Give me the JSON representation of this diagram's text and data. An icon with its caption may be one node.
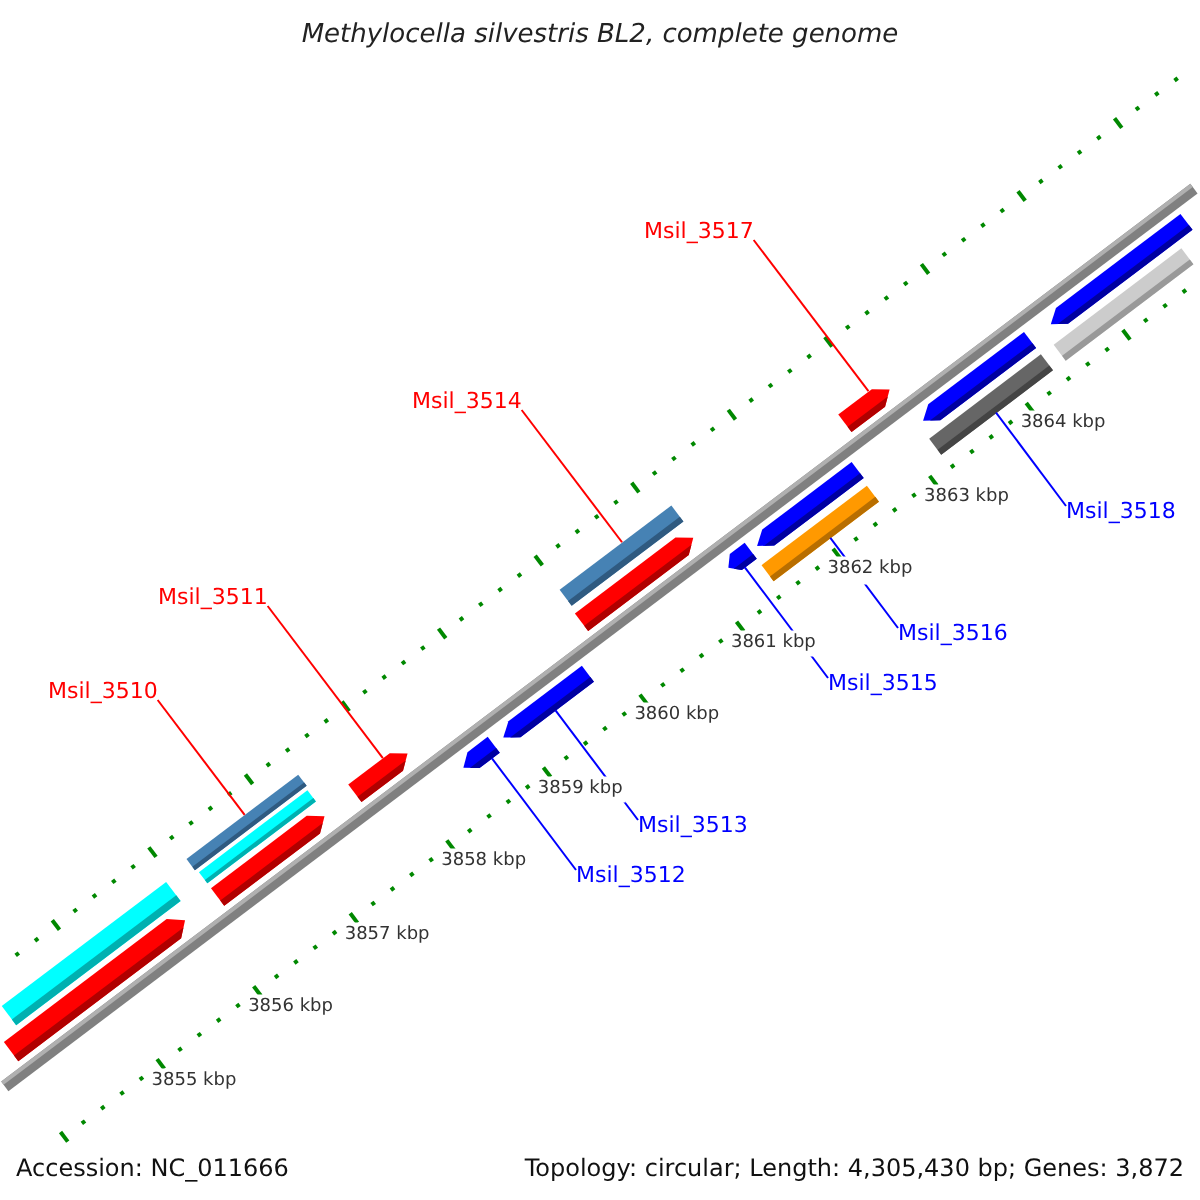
{
  "diagram": {
    "title": "Methylocella silvestris BL2, complete genome",
    "nodes": [
      {
        "text": [
          "Msil_3517"
        ]
      },
      {
        "text": [
          "Msil_3514"
        ]
      },
      {
        "text": [
          "Msil_3518"
        ]
      },
      {
        "text": [
          "Msil_3511"
        ]
      },
      {
        "text": [
          "Msil_3516"
        ]
      },
      {
        "text": [
          "Msil_3515"
        ]
      },
      {
        "text": [
          "Msil_3510"
        ]
      },
      {
        "text": [
          "Msil_3513"
        ]
      },
      {
        "text": [
          "Msil_3512"
        ]
      },
      {
        "text": [],
        "shape": "bar"
      },
      {
        "text": [],
        "shape": "bar"
      },
      {
        "text": [],
        "shape": "bar"
      },
      {
        "text": [],
        "shape": "bar"
      },
      {
        "text": [],
        "shape": "bar"
      },
      {
        "text": [],
        "shape": "bar"
      },
      {
        "text": [],
        "shape": "bar"
      },
      {
        "text": [],
        "shape": "bar"
      },
      {
        "text": [],
        "shape": "bar"
      },
      {
        "text": [],
        "shape": "bar"
      },
      {
        "text": [],
        "shape": "bar"
      },
      {
        "text": [],
        "shape": "bar"
      },
      {
        "text": [],
        "shape": "bar"
      },
      {
        "text": [],
        "shape": "bar"
      },
      {
        "text": [],
        "shape": "bar"
      },
      {
        "text": [],
        "shape": "bar"
      },
      {
        "text": [],
        "shape": "bar"
      },
      {
        "text": [],
        "shape": "bar"
      }
    ],
    "edges": [
      {
        "from": 0,
        "to": 22,
        "arrow": "none",
        "color": "#ff0000"
      },
      {
        "from": 1,
        "to": 17,
        "arrow": "none",
        "color": "#ff0000"
      },
      {
        "from": 2,
        "to": 24,
        "arrow": "none"
      },
      {
        "from": 3,
        "to": 14,
        "arrow": "none",
        "color": "#ff0000"
      },
      {
        "from": 4,
        "to": 21,
        "arrow": "none"
      },
      {
        "from": 5,
        "to": 19,
        "arrow": "none"
      },
      {
        "from": 6,
        "to": 11,
        "arrow": "none",
        "color": "#ff0000"
      },
      {
        "from": 7,
        "to": 16,
        "arrow": "none"
      },
      {
        "from": 8,
        "to": 15,
        "arrow": "none"
      }
    ],
    "labels": [
      "3864 kbp",
      "3863 kbp",
      "3862 kbp",
      "3861 kbp",
      "3860 kbp",
      "3859 kbp",
      "3858 kbp",
      "3857 kbp",
      "3856 kbp",
      "3855 kbp",
      "Accession: NC_011666",
      "Topology: circular; Length: 4,305,430 bp; Genes: 3,872"
    ]
  }
}
